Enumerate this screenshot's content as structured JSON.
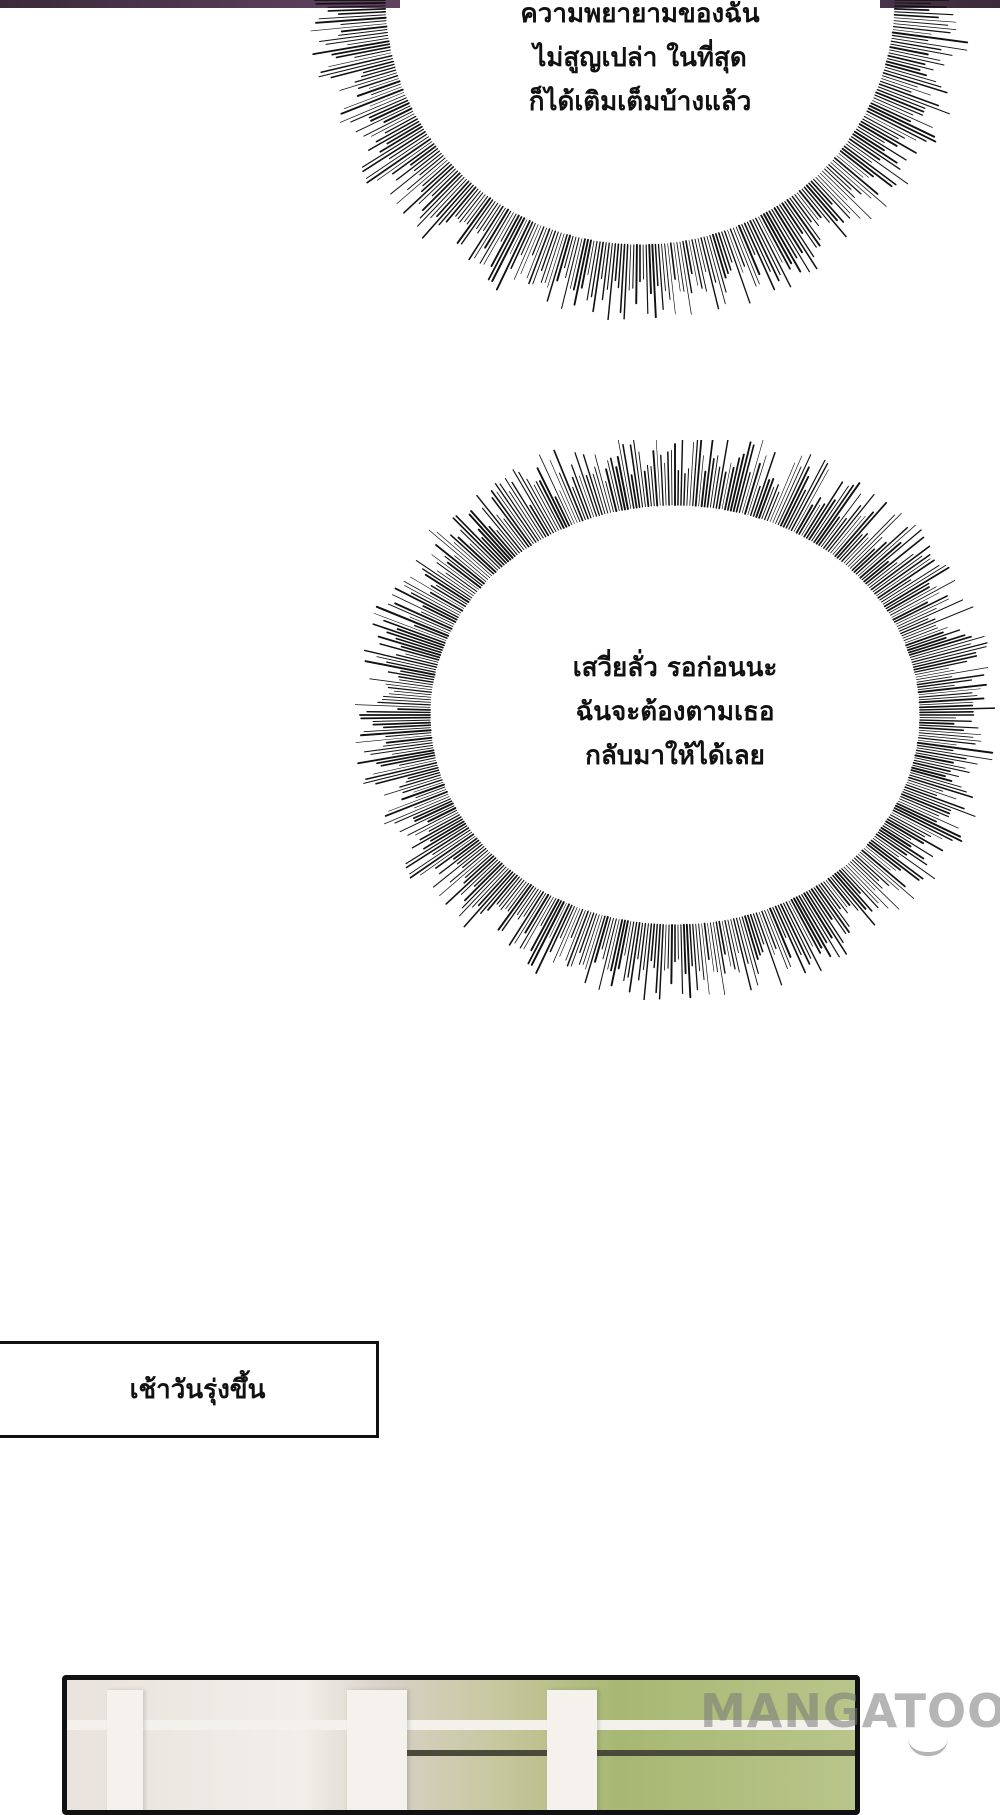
{
  "bubbles": {
    "top": {
      "lines": [
        "ความพยายามของฉัน",
        "ไม่สูญเปล่า ในที่สุด",
        "ก็ได้เติมเต็มบ้างแล้ว"
      ]
    },
    "middle": {
      "lines": [
        "เสวี่ยลั่ว รอก่อนนะ",
        "ฉันจะต้องตามเธอ",
        "กลับมาให้ได้เลย"
      ]
    }
  },
  "caption": {
    "text": "เช้าวันรุ่งขึ้น"
  },
  "watermark": {
    "text": "MANGATOON"
  },
  "colors": {
    "bubble_spikes": "#111111",
    "background": "#ffffff",
    "watermark": "#8a8a8a"
  },
  "icons": {
    "watermark_logo": "smile-icon"
  }
}
